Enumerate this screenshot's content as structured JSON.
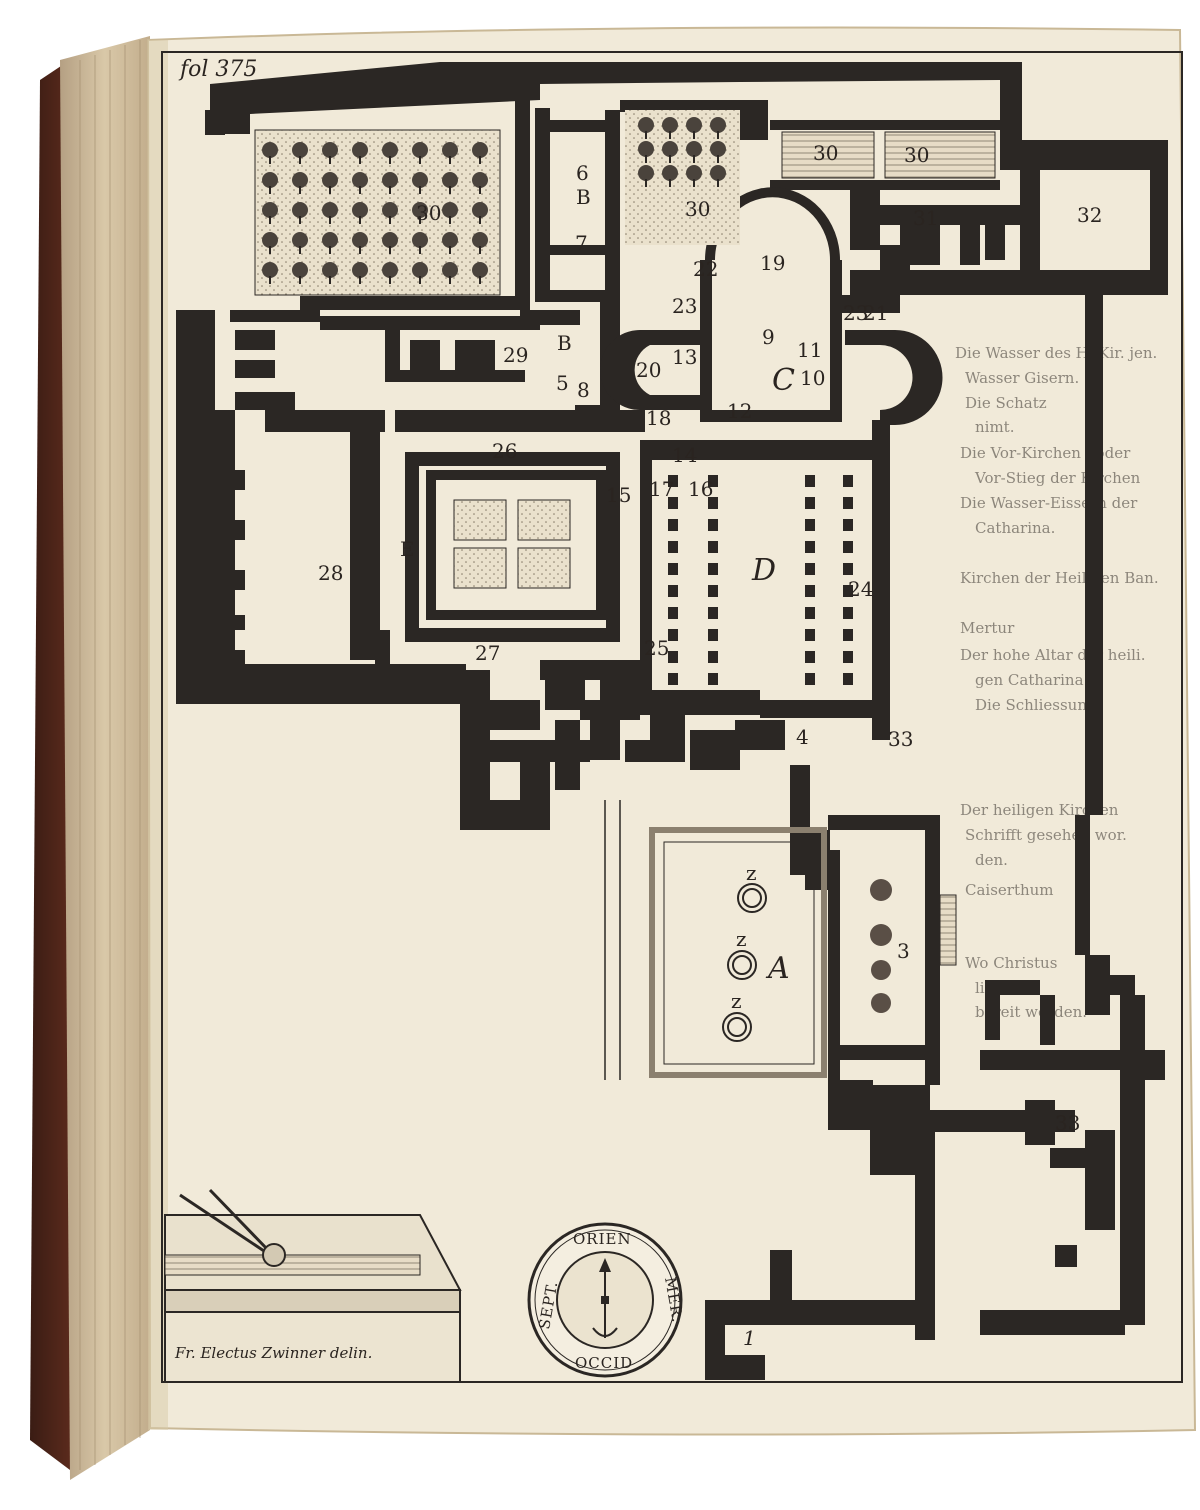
{
  "page": {
    "folio": "fol 375",
    "engraver_signature": "Fr. Electus Zwinner delin."
  },
  "compass": {
    "north": "ORIEN",
    "south": "OCCID",
    "west": "SEPT.",
    "east": "MER."
  },
  "plan_labels": {
    "B_top": "B",
    "six": "6",
    "seven": "7",
    "B_mid": "B",
    "five": "5",
    "eight": "8",
    "garden_left": "30",
    "garden_mid": "30",
    "field1": "30",
    "field2": "30",
    "l31": "31",
    "l32": "32",
    "l19": "19",
    "l22": "22",
    "l23a": "23",
    "l23b": "23",
    "l21": "21",
    "l9": "9",
    "l13": "13",
    "l20": "20",
    "l11": "11",
    "C": "C",
    "l10": "10",
    "l18": "18",
    "l12": "12",
    "l14": "14",
    "l17": "17",
    "l16": "16",
    "l15": "15",
    "l26": "26",
    "l29": "29",
    "l28": "28",
    "E": "E",
    "D": "D",
    "l24": "24",
    "l25": "25",
    "l27": "27",
    "l4": "4",
    "l33a": "33",
    "l33b": "33",
    "A": "A",
    "l3": "3",
    "z1": "z",
    "z2": "z",
    "z3": "z",
    "l1": "1"
  },
  "right_page_fragments": [
    "Die Wasser des H. Kir. jen.",
    "Wasser Gisern.",
    "Die Schatz",
    "nimt.",
    "Die Vor-Kirchen / oder",
    "Vor-Stieg der Kirchen",
    "Die Wasser-Eissern der",
    "Catharina.",
    "Kirchen der Heiligen Ban.",
    "Mertur",
    "Der hohe Altar der heili.",
    "gen Catharina.",
    "Die Schliessung",
    "Der heiligen Kirchen",
    "Schrifft gesehen wor.",
    "den.",
    "Caiserthum",
    "Wo Christus",
    "ligen",
    "bereit worden."
  ]
}
